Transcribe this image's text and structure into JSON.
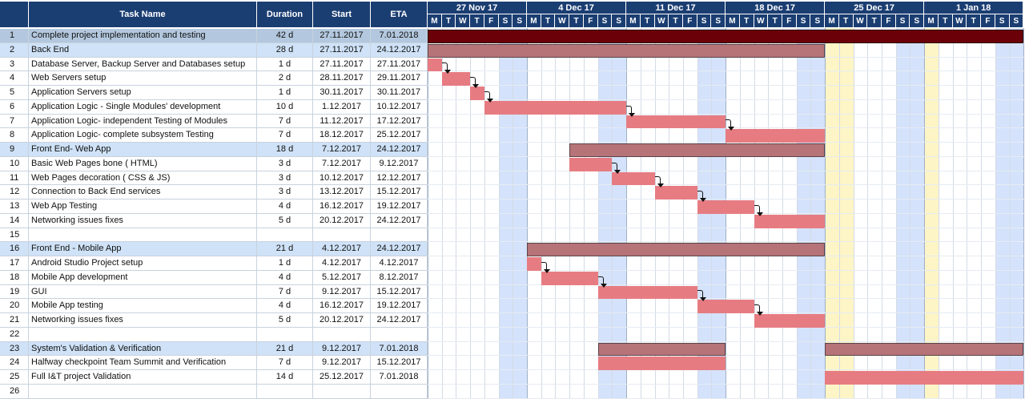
{
  "headers": {
    "num": "",
    "task_name": "Task Name",
    "duration": "Duration",
    "start": "Start",
    "eta": "ETA"
  },
  "weeks": [
    "27 Nov 17",
    "4 Dec 17",
    "11 Dec 17",
    "18 Dec 17",
    "25 Dec 17",
    "1 Jan 18"
  ],
  "day_letters": [
    "M",
    "T",
    "W",
    "T",
    "F",
    "S",
    "S"
  ],
  "colors": {
    "header": "#1b3e72",
    "summary_row": "#cfe2f7",
    "selected_row": "#b3c8de",
    "task_bar": "#e67c82",
    "summary_bar": "#b67378",
    "project_bar": "#6b0008",
    "weekend": "#d4e2fb",
    "holiday": "#fdf5c6"
  },
  "timeline": {
    "start_date": "2017-11-27",
    "total_days": 42
  },
  "weekend_days": [
    5,
    6,
    12,
    13,
    19,
    20,
    26,
    27,
    33,
    34,
    40,
    41
  ],
  "holiday_days": [
    28,
    29,
    35
  ],
  "tasks": [
    {
      "num": "1",
      "name": "Complete project implementation and testing",
      "duration": "42 d",
      "start": "27.11.2017",
      "eta": "7.01.2018",
      "type": "project",
      "bar": [
        0,
        42
      ]
    },
    {
      "num": "2",
      "name": "Back End",
      "duration": "28 d",
      "start": "27.11.2017",
      "eta": "24.12.2017",
      "type": "summary",
      "bar": [
        0,
        28
      ]
    },
    {
      "num": "3",
      "name": "Database Server, Backup Server and Databases setup",
      "duration": "1 d",
      "start": "27.11.2017",
      "eta": "27.11.2017",
      "type": "task",
      "bar": [
        0,
        1
      ]
    },
    {
      "num": "4",
      "name": "Web Servers setup",
      "duration": "2 d",
      "start": "28.11.2017",
      "eta": "29.11.2017",
      "type": "task",
      "bar": [
        1,
        2
      ]
    },
    {
      "num": "5",
      "name": "Application Servers setup",
      "duration": "1 d",
      "start": "30.11.2017",
      "eta": "30.11.2017",
      "type": "task",
      "bar": [
        3,
        1
      ]
    },
    {
      "num": "6",
      "name": "Application Logic - Single Modules' development",
      "duration": "10 d",
      "start": "1.12.2017",
      "eta": "10.12.2017",
      "type": "task",
      "bar": [
        4,
        10
      ]
    },
    {
      "num": "7",
      "name": "Application Logic- independent Testing of Modules",
      "duration": "7 d",
      "start": "11.12.2017",
      "eta": "17.12.2017",
      "type": "task",
      "bar": [
        14,
        7
      ]
    },
    {
      "num": "8",
      "name": "Application Logic- complete subsystem Testing",
      "duration": "7 d",
      "start": "18.12.2017",
      "eta": "25.12.2017",
      "type": "task",
      "bar": [
        21,
        7
      ]
    },
    {
      "num": "9",
      "name": "Front End- Web App",
      "duration": "18 d",
      "start": "7.12.2017",
      "eta": "24.12.2017",
      "type": "summary",
      "bar": [
        10,
        18
      ]
    },
    {
      "num": "10",
      "name": "Basic Web Pages bone ( HTML)",
      "duration": "3 d",
      "start": "7.12.2017",
      "eta": "9.12.2017",
      "type": "task",
      "bar": [
        10,
        3
      ]
    },
    {
      "num": "11",
      "name": "Web Pages decoration ( CSS & JS)",
      "duration": "3 d",
      "start": "10.12.2017",
      "eta": "12.12.2017",
      "type": "task",
      "bar": [
        13,
        3
      ]
    },
    {
      "num": "12",
      "name": "Connection to Back End services",
      "duration": "3 d",
      "start": "13.12.2017",
      "eta": "15.12.2017",
      "type": "task",
      "bar": [
        16,
        3
      ]
    },
    {
      "num": "13",
      "name": "Web App Testing",
      "duration": "4 d",
      "start": "16.12.2017",
      "eta": "19.12.2017",
      "type": "task",
      "bar": [
        19,
        4
      ]
    },
    {
      "num": "14",
      "name": "Networking issues fixes",
      "duration": "5 d",
      "start": "20.12.2017",
      "eta": "24.12.2017",
      "type": "task",
      "bar": [
        23,
        5
      ]
    },
    {
      "num": "15",
      "name": "",
      "duration": "",
      "start": "",
      "eta": "",
      "type": "empty"
    },
    {
      "num": "16",
      "name": "Front End - Mobile App",
      "duration": "21 d",
      "start": "4.12.2017",
      "eta": "24.12.2017",
      "type": "summary",
      "bar": [
        7,
        21
      ]
    },
    {
      "num": "17",
      "name": "Android Studio Project setup",
      "duration": "1 d",
      "start": "4.12.2017",
      "eta": "4.12.2017",
      "type": "task",
      "bar": [
        7,
        1
      ]
    },
    {
      "num": "18",
      "name": "Mobile App development",
      "duration": "4 d",
      "start": "5.12.2017",
      "eta": "8.12.2017",
      "type": "task",
      "bar": [
        8,
        4
      ]
    },
    {
      "num": "19",
      "name": "GUI",
      "duration": "7 d",
      "start": "9.12.2017",
      "eta": "15.12.2017",
      "type": "task",
      "bar": [
        12,
        7
      ]
    },
    {
      "num": "20",
      "name": "Mobile App testing",
      "duration": "4 d",
      "start": "16.12.2017",
      "eta": "19.12.2017",
      "type": "task",
      "bar": [
        19,
        4
      ]
    },
    {
      "num": "21",
      "name": "Networking issues fixes",
      "duration": "5 d",
      "start": "20.12.2017",
      "eta": "24.12.2017",
      "type": "task",
      "bar": [
        23,
        5
      ]
    },
    {
      "num": "22",
      "name": "",
      "duration": "",
      "start": "",
      "eta": "",
      "type": "empty"
    },
    {
      "num": "23",
      "name": "System's Validation & Verification",
      "duration": "21 d",
      "start": "9.12.2017",
      "eta": "7.01.2018",
      "type": "summary",
      "bars": [
        [
          12,
          9
        ],
        [
          28,
          14
        ]
      ]
    },
    {
      "num": "24",
      "name": "Halfway checkpoint Team Summit and Verification",
      "duration": "7 d",
      "start": "9.12.2017",
      "eta": "15.12.2017",
      "type": "task",
      "bar": [
        12,
        9
      ]
    },
    {
      "num": "25",
      "name": "Full I&T project Validation",
      "duration": "14 d",
      "start": "25.12.2017",
      "eta": "7.01.2018",
      "type": "task",
      "bar": [
        28,
        14
      ]
    },
    {
      "num": "26",
      "name": "",
      "duration": "",
      "start": "",
      "eta": "",
      "type": "empty"
    }
  ],
  "dependencies": [
    [
      2,
      3
    ],
    [
      3,
      4
    ],
    [
      4,
      5
    ],
    [
      5,
      6
    ],
    [
      6,
      7
    ],
    [
      9,
      10
    ],
    [
      10,
      11
    ],
    [
      11,
      12
    ],
    [
      12,
      13
    ],
    [
      16,
      17
    ],
    [
      17,
      18
    ],
    [
      18,
      19
    ],
    [
      19,
      20
    ]
  ]
}
